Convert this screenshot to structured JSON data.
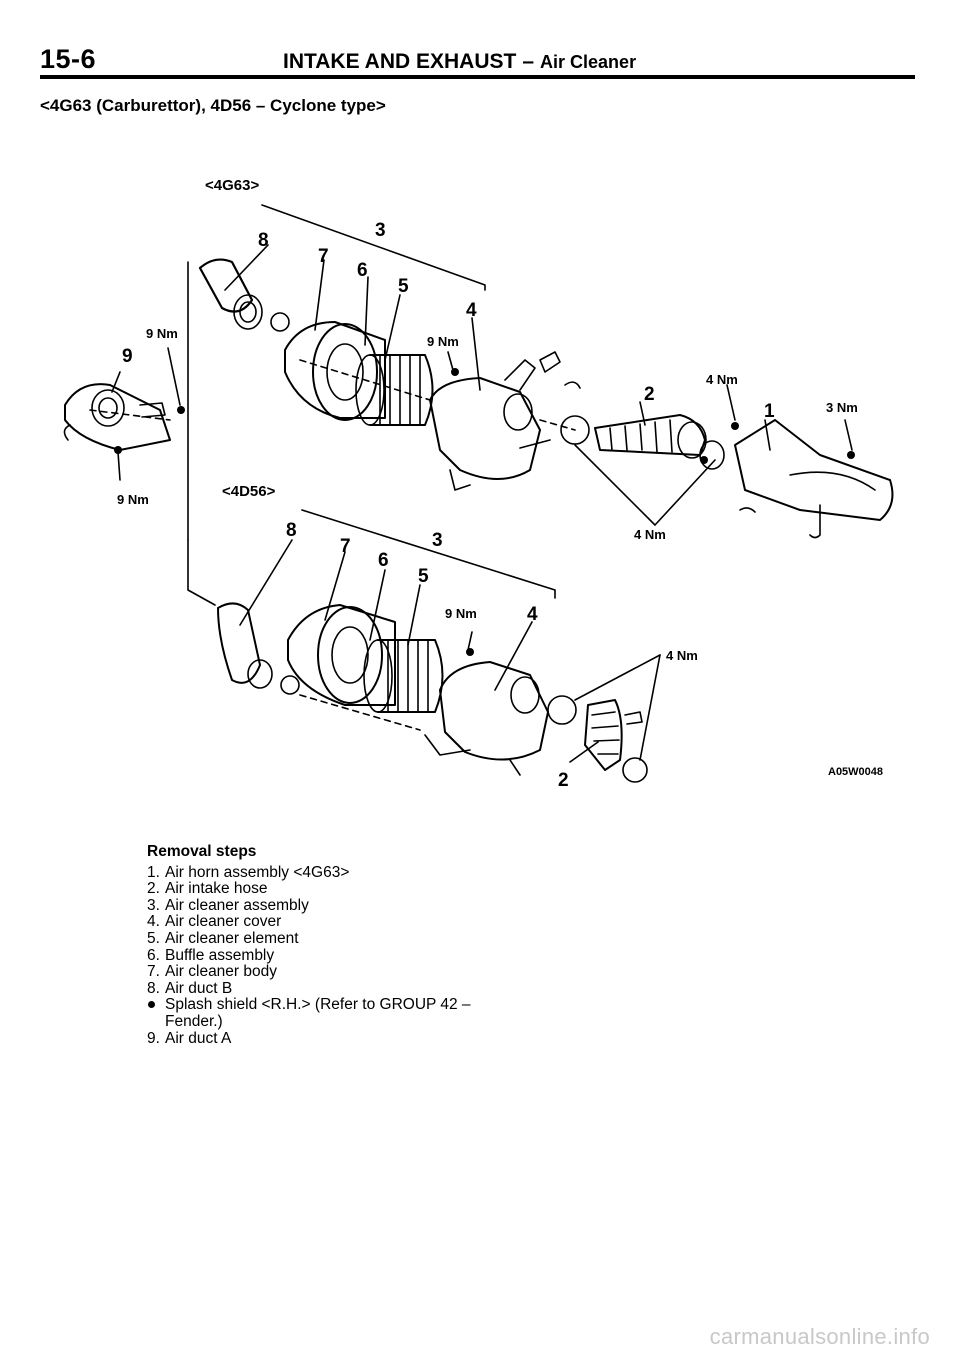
{
  "header": {
    "page_number": "15-6",
    "section": "INTAKE AND EXHAUST",
    "separator": "–",
    "subsection": "Air Cleaner"
  },
  "subtitle": "<4G63 (Carburettor), 4D56 – Cyclone type>",
  "diagram": {
    "variant_top": "<4G63>",
    "variant_bottom": "<4D56>",
    "figure_code": "A05W0048",
    "callouts": [
      "1",
      "2",
      "3",
      "4",
      "5",
      "6",
      "7",
      "8",
      "9"
    ],
    "torque": {
      "t9nm": "9 Nm",
      "t4nm": "4 Nm",
      "t3nm": "3 Nm"
    }
  },
  "removal": {
    "title": "Removal steps",
    "steps": [
      {
        "no": "1.",
        "text": "Air horn assembly <4G63>"
      },
      {
        "no": "2.",
        "text": "Air intake hose"
      },
      {
        "no": "3.",
        "text": "Air cleaner assembly"
      },
      {
        "no": "4.",
        "text": "Air cleaner cover"
      },
      {
        "no": "5.",
        "text": "Air cleaner element"
      },
      {
        "no": "6.",
        "text": "Buffle assembly"
      },
      {
        "no": "7.",
        "text": "Air cleaner body"
      },
      {
        "no": "8.",
        "text": "Air duct B"
      },
      {
        "no": "",
        "text": "Splash shield <R.H.> (Refer to GROUP 42 – Fender.)"
      },
      {
        "no": "9.",
        "text": "Air duct A"
      }
    ]
  },
  "watermark": "carmanualsonline.info"
}
